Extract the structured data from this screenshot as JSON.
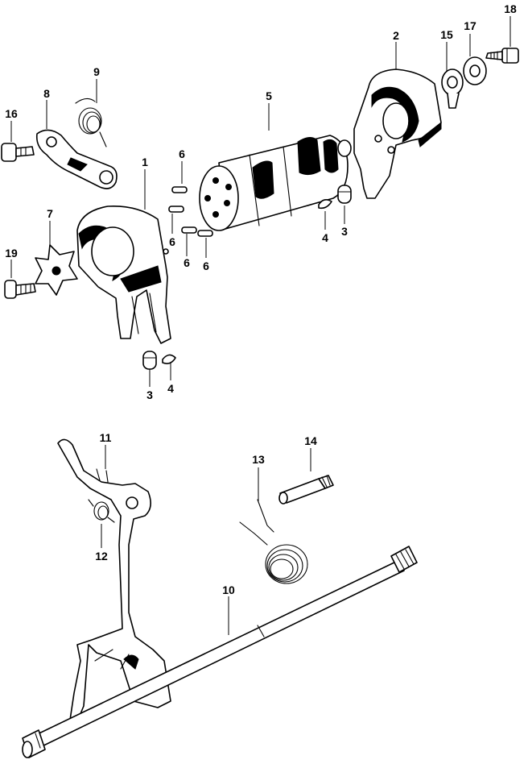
{
  "callouts": [
    {
      "id": "c1",
      "text": "1"
    },
    {
      "id": "c2",
      "text": "2"
    },
    {
      "id": "c3a",
      "text": "3"
    },
    {
      "id": "c3b",
      "text": "3"
    },
    {
      "id": "c4a",
      "text": "4"
    },
    {
      "id": "c4b",
      "text": "4"
    },
    {
      "id": "c5",
      "text": "5"
    },
    {
      "id": "c6a",
      "text": "6"
    },
    {
      "id": "c6b",
      "text": "6"
    },
    {
      "id": "c6c",
      "text": "6"
    },
    {
      "id": "c6d",
      "text": "6"
    },
    {
      "id": "c7",
      "text": "7"
    },
    {
      "id": "c8",
      "text": "8"
    },
    {
      "id": "c9",
      "text": "9"
    },
    {
      "id": "c10",
      "text": "10"
    },
    {
      "id": "c11",
      "text": "11"
    },
    {
      "id": "c12",
      "text": "12"
    },
    {
      "id": "c13",
      "text": "13"
    },
    {
      "id": "c14",
      "text": "14"
    },
    {
      "id": "c15",
      "text": "15"
    },
    {
      "id": "c16",
      "text": "16"
    },
    {
      "id": "c17",
      "text": "17"
    },
    {
      "id": "c18",
      "text": "18"
    },
    {
      "id": "c19",
      "text": "19"
    }
  ]
}
